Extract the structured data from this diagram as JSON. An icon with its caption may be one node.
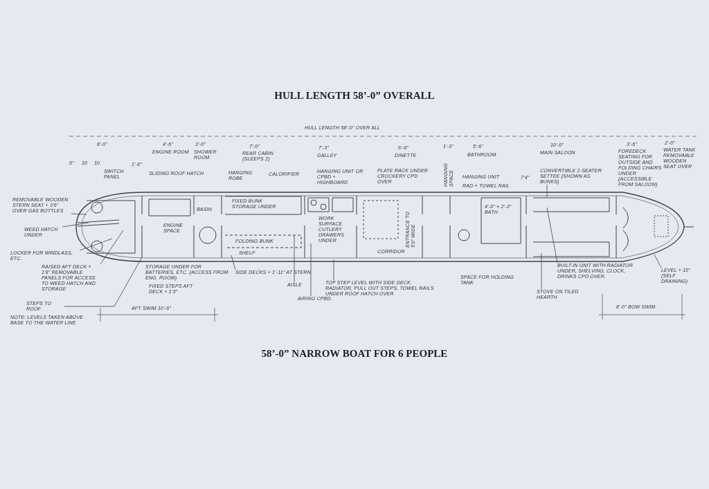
{
  "diagram": {
    "title": "HULL LENGTH 58’-0” OVERALL",
    "caption": "58’-0” NARROW BOAT FOR 6 PEOPLE",
    "nodes": [
      {
        "text": [
          "REMOVABLE WOODEN STERN SEAT + 3'6\" OVER GAS BOTTLES"
        ]
      },
      {
        "text": [
          "WEED HATCH UNDER"
        ]
      },
      {
        "text": [
          "LOCKER FOR WINDLASS, ETC."
        ]
      },
      {
        "text": [
          "RAISED AFT DECK + 1'8\" REMOVABLE PANELS FOR ACCESS TO WEED HATCH AND STORAGE"
        ]
      },
      {
        "text": [
          "STEPS TO ROOF"
        ]
      },
      {
        "text": [
          "SIDE DECKS + 1'-11\" AT STERN"
        ]
      },
      {
        "text": [
          "AISLE"
        ]
      },
      {
        "text": [
          "AIRING CPBD."
        ]
      },
      {
        "text": [
          "TOP STEP LEVEL WITH SIDE DECK. RADIATOR, PULL OUT STEPS, TOWEL RAILS UNDER ROOF HATCH OVER"
        ]
      },
      {
        "text": [
          "BUILT-IN UNIT WITH RADIATOR UNDER, SHELVING, CLOCK, DRINKS CPD OVER."
        ]
      },
      {
        "text": [
          "STOVE ON TILED HEARTH"
        ]
      },
      {
        "text": [
          "LEVEL + 10\" (SELF DRAINING)"
        ]
      },
      {
        "text": [
          "CONVERTIBLE 2-SEATER SETTEE (SHOWN AS BUNKS)"
        ]
      }
    ],
    "edges": [
      {
        "from": 0,
        "to": null,
        "arrow": "none"
      },
      {
        "from": 1,
        "to": null,
        "arrow": "none"
      },
      {
        "from": 2,
        "to": null,
        "arrow": "none"
      },
      {
        "from": 3,
        "to": null,
        "arrow": "none"
      },
      {
        "from": 4,
        "to": null,
        "arrow": "none"
      },
      {
        "from": 5,
        "to": null,
        "arrow": "none"
      },
      {
        "from": 6,
        "to": null,
        "arrow": "none"
      },
      {
        "from": 7,
        "to": null,
        "arrow": "none"
      },
      {
        "from": 8,
        "to": null,
        "arrow": "none"
      },
      {
        "from": 9,
        "to": null,
        "arrow": "none"
      },
      {
        "from": 10,
        "to": null,
        "arrow": "none"
      },
      {
        "from": 11,
        "to": null,
        "arrow": "none"
      },
      {
        "from": 12,
        "to": null,
        "arrow": "none"
      }
    ],
    "labels": [
      "HULL LENGTH 58'-0\" OVER ALL",
      "8'-0\"",
      "4'-6\"",
      "ENGINE ROOM",
      "3'-0\"",
      "SHOWER ROOM",
      "7'-0\"",
      "REAR CABIN (SLEEPS 2)",
      "7'-3\"",
      "GALLEY",
      "6'-6\"",
      "DINETTE",
      "1'-3\"",
      "5'-6\"",
      "BATHROOM",
      "10'-0\"",
      "MAIN SALOON",
      "6\"",
      "10",
      "10",
      "1'-6\"",
      "SWITCH PANEL",
      "SLIDING ROOF HATCH",
      "HANGING ROBE",
      "CALORIFIER",
      "HANGING UNIT OR CPBD + HIGHBOARD",
      "PLATE RACK UNDER CROCKERY CPD OVER",
      "HANGING SPACE",
      "HANGING UNIT",
      "RAD + TOWEL RAIL",
      "7'4\"",
      "3'-6\"",
      "FOREDECK SEATING FOR OUTSIDE AND FOLDING CHAIRS UNDER (ACCESSIBLE FROM SALOON)",
      "2'-0\"",
      "WATER TANK REMOVABLE WOODEN SEAT OVER",
      "ENGINE SPACE",
      "BASIN",
      "FIXED BUNK STORAGE UNDER",
      "FOLDING BUNK",
      "SHELF",
      "WORK SURFACE CUTLERY DRAWERS UNDER",
      "ENTRANCE TO 5'0\" WIDE",
      "CORRIDOR",
      "4'-0\" × 2'-3\" BATH",
      "STORAGE UNDER FOR BATTERIES, ETC. (ACCESS FROM ENG. ROOM)",
      "AFT SWIM 10'-6\"",
      "SPACE FOR HOLDING TANK",
      "8'-0\" BOW SWIM.",
      "NOTE: LEVELS TAKEN ABOVE BASE TO THE WATER LINE",
      "FIXED STEPS AFT DECK + 1'3\""
    ]
  }
}
